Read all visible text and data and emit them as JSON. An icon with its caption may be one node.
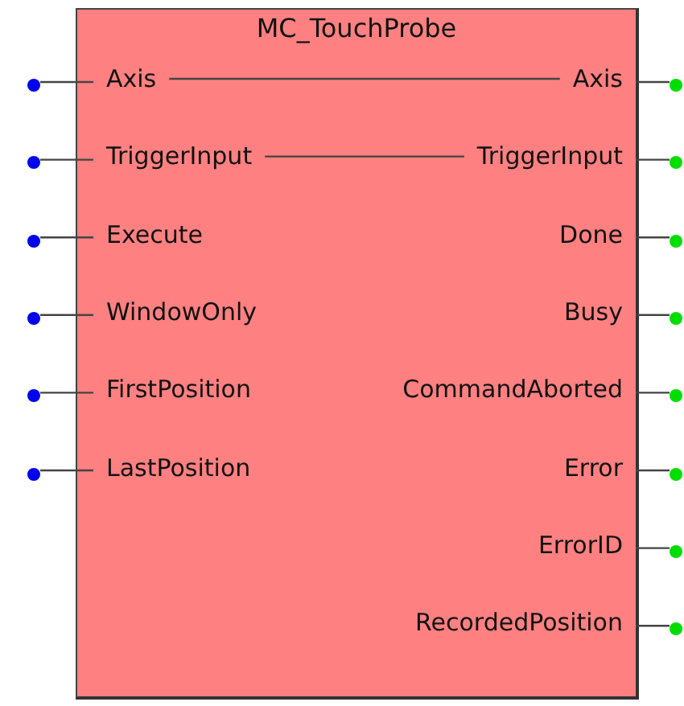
{
  "diagram": {
    "nodes": [
      {
        "text": [
          "MC_TouchProbe"
        ]
      },
      {
        "text": [
          "Axis"
        ],
        "in": 0
      },
      {
        "text": [
          "TriggerInput"
        ],
        "in": 0
      },
      {
        "text": [
          "Execute"
        ],
        "in": 0
      },
      {
        "text": [
          "WindowOnly"
        ],
        "in": 0
      },
      {
        "text": [
          "FirstPosition"
        ],
        "in": 0
      },
      {
        "text": [
          "LastPosition"
        ],
        "in": 0
      },
      {
        "text": [
          "Axis"
        ],
        "in": 0
      },
      {
        "text": [
          "TriggerInput"
        ],
        "in": 0
      },
      {
        "text": [
          "Done"
        ],
        "in": 0
      },
      {
        "text": [
          "Busy"
        ],
        "in": 0
      },
      {
        "text": [
          "CommandAborted"
        ],
        "in": 0
      },
      {
        "text": [
          "Error"
        ],
        "in": 0
      },
      {
        "text": [
          "ErrorID"
        ],
        "in": 0
      },
      {
        "text": [
          "RecordedPosition"
        ],
        "in": 0
      },
      {
        "text": [],
        "shape": "circle"
      },
      {
        "text": [],
        "shape": "circle"
      },
      {
        "text": [],
        "shape": "circle"
      },
      {
        "text": [],
        "shape": "circle"
      },
      {
        "text": [],
        "shape": "circle"
      },
      {
        "text": [],
        "shape": "circle"
      },
      {
        "text": [],
        "shape": "circle"
      },
      {
        "text": [],
        "shape": "circle"
      },
      {
        "text": [],
        "shape": "circle"
      },
      {
        "text": [],
        "shape": "circle"
      },
      {
        "text": [],
        "shape": "circle"
      },
      {
        "text": [],
        "shape": "circle"
      },
      {
        "text": [],
        "shape": "circle"
      },
      {
        "text": [],
        "shape": "circle"
      }
    ],
    "edges": [
      {
        "from": 15,
        "to": 1,
        "arrow": "none"
      },
      {
        "from": 16,
        "to": 2,
        "arrow": "none"
      },
      {
        "from": 17,
        "to": 3,
        "arrow": "none"
      },
      {
        "from": 18,
        "to": 4,
        "arrow": "none"
      },
      {
        "from": 19,
        "to": 5,
        "arrow": "none"
      },
      {
        "from": 20,
        "to": 6,
        "arrow": "none"
      },
      {
        "from": 1,
        "to": 7,
        "arrow": "none"
      },
      {
        "from": 2,
        "to": 8,
        "arrow": "none"
      },
      {
        "from": 7,
        "to": 21,
        "arrow": "none"
      },
      {
        "from": 8,
        "to": 22,
        "arrow": "none"
      },
      {
        "from": 9,
        "to": 23,
        "arrow": "none"
      },
      {
        "from": 10,
        "to": 24,
        "arrow": "none"
      },
      {
        "from": 11,
        "to": 25,
        "arrow": "none"
      },
      {
        "from": 12,
        "to": 26,
        "arrow": "none"
      },
      {
        "from": 13,
        "to": 27,
        "arrow": "none"
      },
      {
        "from": 14,
        "to": 28,
        "arrow": "none"
      }
    ]
  }
}
